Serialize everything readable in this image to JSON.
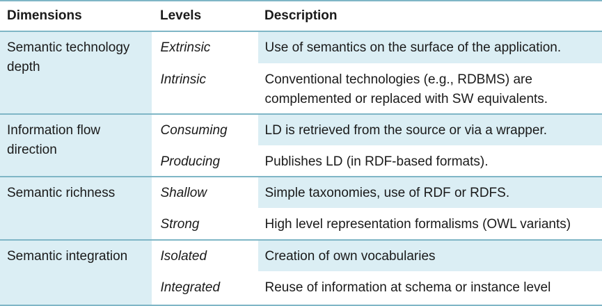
{
  "header": {
    "dimensions": "Dimensions",
    "levels": "Levels",
    "description": "Description"
  },
  "rows": [
    {
      "dimension": "Semantic technology depth",
      "levels": [
        {
          "level": "Extrinsic",
          "description": "Use of semantics on the surface of the application."
        },
        {
          "level": "Intrinsic",
          "description": "Conventional technologies (e.g., RDBMS) are complemented or replaced with SW equivalents."
        }
      ]
    },
    {
      "dimension": "Information flow direction",
      "levels": [
        {
          "level": "Consuming",
          "description": "LD is retrieved from the source or via a wrapper."
        },
        {
          "level": "Producing",
          "description": "Publishes LD (in RDF-based formats)."
        }
      ]
    },
    {
      "dimension": "Semantic richness",
      "levels": [
        {
          "level": "Shallow",
          "description": "Simple taxonomies, use of RDF or RDFS."
        },
        {
          "level": "Strong",
          "description": "High level representation formalisms (OWL variants)"
        }
      ]
    },
    {
      "dimension": "Semantic integration",
      "levels": [
        {
          "level": "Isolated",
          "description": "Creation of own vocabularies"
        },
        {
          "level": "Integrated",
          "description": "Reuse of information at schema or instance level"
        }
      ]
    }
  ]
}
